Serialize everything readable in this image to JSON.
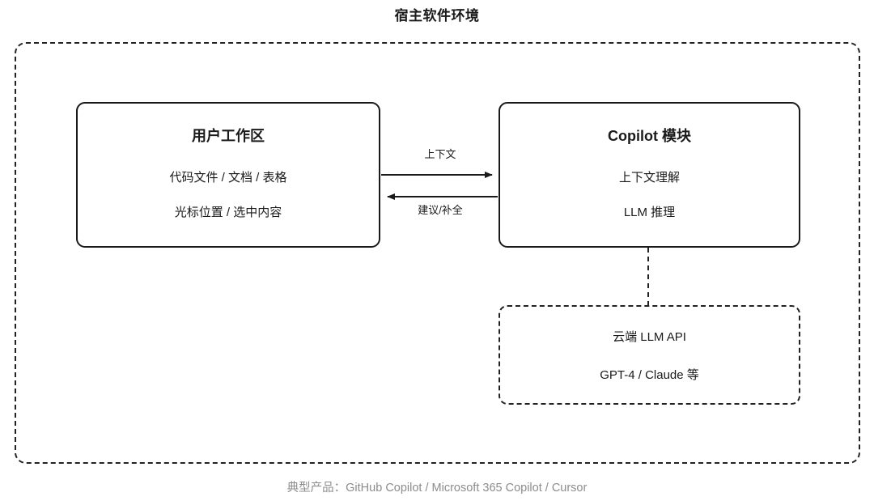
{
  "diagram": {
    "title": "宿主软件环境",
    "footer": "典型产品：GitHub Copilot / Microsoft 365 Copilot / Cursor",
    "colors": {
      "text": "#1a1a1a",
      "border": "#1a1a1a",
      "dashed_border": "#222222",
      "footer_text": "#8c8c8c",
      "background": "#ffffff"
    }
  },
  "workspace": {
    "title": "用户工作区",
    "lines": [
      "代码文件 / 文档 / 表格",
      "光标位置 / 选中内容"
    ]
  },
  "copilot": {
    "title": "Copilot 模块",
    "lines": [
      "上下文理解",
      "LLM 推理"
    ]
  },
  "cloud": {
    "lines": [
      "云端 LLM API",
      "GPT-4 / Claude 等"
    ]
  },
  "edges": {
    "context_label": "上下文",
    "suggestion_label": "建议/补全"
  }
}
